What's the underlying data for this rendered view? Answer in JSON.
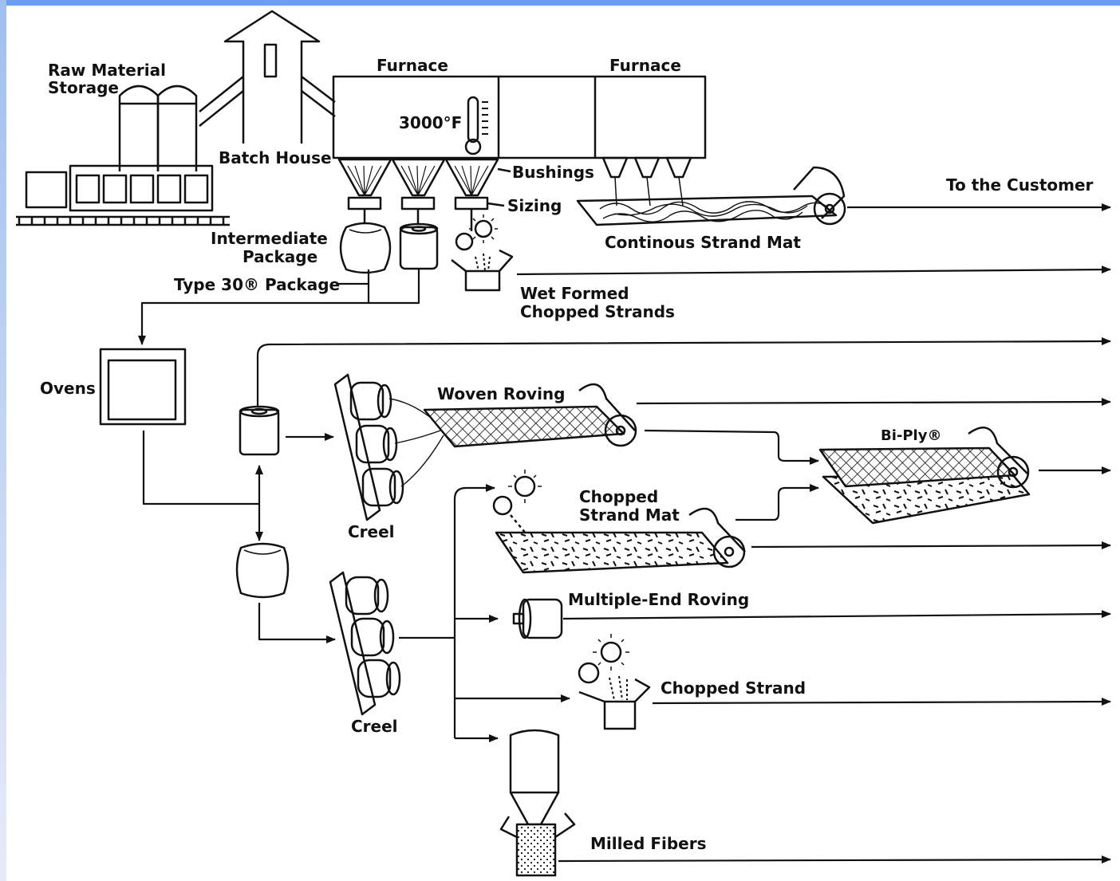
{
  "labels": {
    "raw_material_1": "Raw Material",
    "raw_material_2": "Storage",
    "batch_house": "Batch House",
    "furnace_1": "Furnace",
    "furnace_2": "Furnace",
    "temperature": "3000°F",
    "bushings": "Bushings",
    "sizing": "Sizing",
    "continuous_strand_mat": "Continous Strand Mat",
    "to_the_customer": "To the Customer",
    "intermediate_1": "Intermediate",
    "intermediate_2": "Package",
    "type30": "Type 30® Package",
    "wet_formed_1": "Wet Formed",
    "wet_formed_2": "Chopped Strands",
    "ovens": "Ovens",
    "woven_roving": "Woven Roving",
    "bi_ply": "Bi-Ply®",
    "chopped_mat_1": "Chopped",
    "chopped_mat_2": "Strand Mat",
    "creel_1": "Creel",
    "creel_2": "Creel",
    "multiple_end_roving": "Multiple-End Roving",
    "chopped_strand": "Chopped Strand",
    "milled_fibers": "Milled Fibers"
  },
  "colors": {
    "frame_top": "#6f9ef0",
    "ink": "#111111"
  }
}
